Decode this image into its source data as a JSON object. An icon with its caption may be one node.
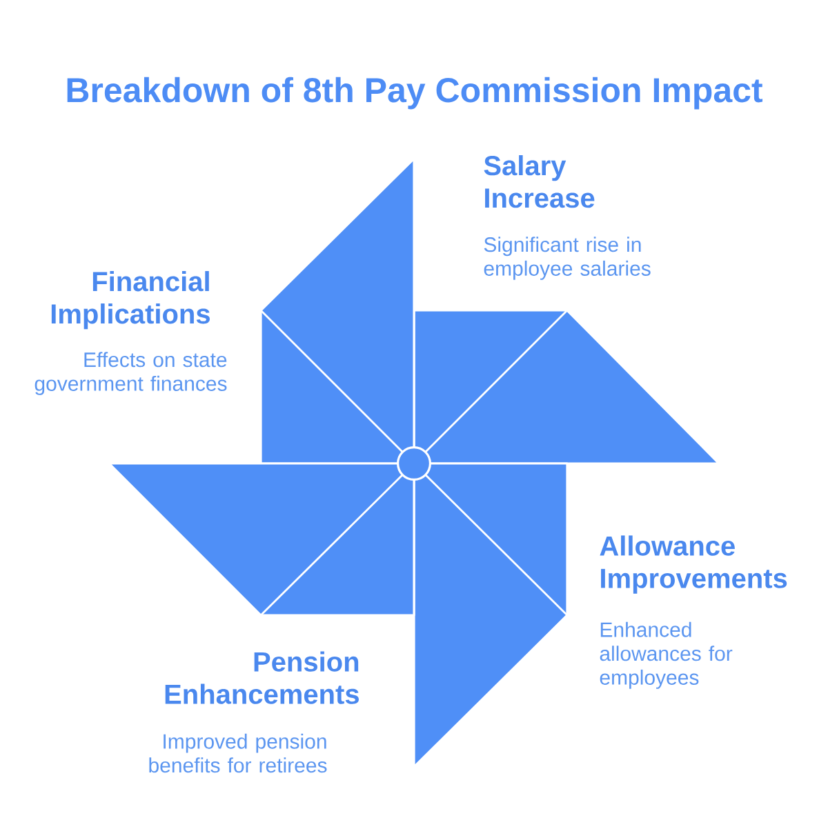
{
  "diagram": {
    "title": "Breakdown of 8th Pay Commission Impact",
    "nodes": [
      {
        "text": [
          "Salary Increase",
          "Significant rise in employee salaries"
        ]
      },
      {
        "text": [
          "Financial Implications",
          "Effects on state government finances"
        ]
      },
      {
        "text": [
          "Allowance Improvements",
          "Enhanced allowances for employees"
        ]
      },
      {
        "text": [
          "Pension Enhancements",
          "Improved pension benefits for retirees"
        ]
      }
    ]
  }
}
